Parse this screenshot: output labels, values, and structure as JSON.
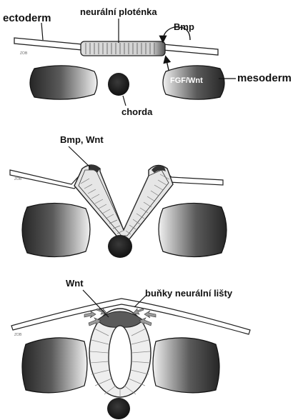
{
  "panel_top": {
    "labels": {
      "ectoderm": "ectoderm",
      "neural_plate": "neurální ploténka",
      "bmp": "Bmp",
      "fgf_wnt": "FGF/Wnt",
      "mesoderm": "mesoderm",
      "chorda": "chorda"
    }
  },
  "panel_middle": {
    "labels": {
      "bmp_wnt": "Bmp, Wnt"
    }
  },
  "panel_bottom": {
    "labels": {
      "wnt": "Wnt",
      "neural_crest_cells": "buňky neurální lišty"
    }
  }
}
